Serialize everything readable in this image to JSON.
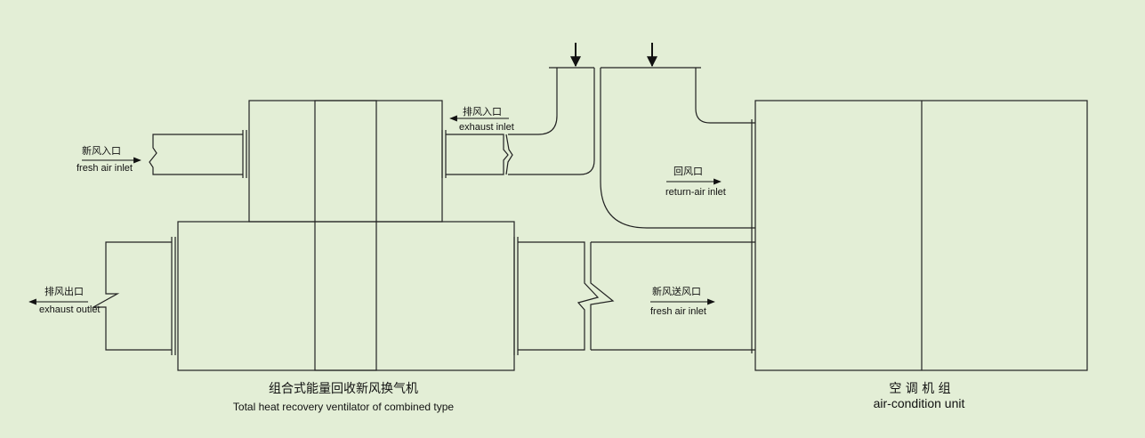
{
  "labels": {
    "fresh_air_inlet": {
      "zh": "新风入口",
      "en": "fresh air inlet"
    },
    "exhaust_inlet": {
      "zh": "排风入口",
      "en": "exhaust inlet"
    },
    "exhaust_outlet": {
      "zh": "排风出口",
      "en": "exhaust outlet"
    },
    "return_air_inlet": {
      "zh": "回风口",
      "en": "return-air inlet"
    },
    "fresh_air_supply": {
      "zh": "新风送风口",
      "en": "fresh air inlet"
    }
  },
  "captions": {
    "ventilator": {
      "zh": "组合式能量回收新风换气机",
      "en": "Total heat recovery ventilator of combined type"
    },
    "ac_unit": {
      "zh": "空 调 机 组",
      "en": "air-condition unit"
    }
  },
  "colors": {
    "background": "#e3eed6",
    "line": "#222222"
  }
}
